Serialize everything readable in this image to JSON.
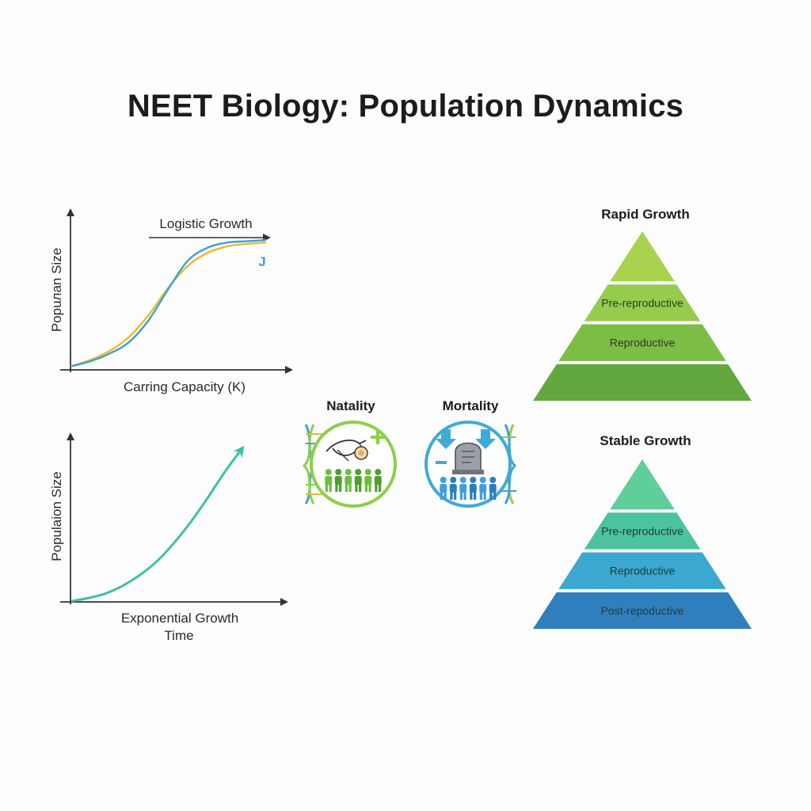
{
  "title": "NEET Biology: Population Dynamics",
  "logistic_chart": {
    "curve_label": "Logistic Growth",
    "ylabel": "Popuлan Size",
    "xlabel": "Carring Capacity (K)",
    "marker": "J"
  },
  "exponential_chart": {
    "ylabel": "Populaion Size",
    "xlabel_line1": "Exponential Growth",
    "xlabel_line2": "Time"
  },
  "natality": {
    "label": "Natality",
    "icon": "stork-with-baby-icon"
  },
  "mortality": {
    "label": "Mortality",
    "icon": "tombstone-icon"
  },
  "rapid_pyramid": {
    "title": "Rapid Growth",
    "tiers": [
      "",
      "Pre-reproductive",
      "Reproductive",
      ""
    ],
    "colors": [
      "#a9d34f",
      "#96cc4c",
      "#7cbd46",
      "#62a83e"
    ]
  },
  "stable_pyramid": {
    "title": "Stable Growth",
    "tiers": [
      "",
      "Pre-reproductive",
      "Reproductive",
      "Post-repoductive"
    ],
    "colors": [
      "#5fce9a",
      "#4cc3a0",
      "#3aa8cf",
      "#2f7fbd"
    ]
  },
  "chart_data": [
    {
      "type": "line",
      "title": "Logistic Growth",
      "xlabel": "Carring Capacity (K)",
      "ylabel": "Popuлan Size",
      "series": [
        {
          "color": "#f0b82c",
          "x": [
            0,
            0.1,
            0.2,
            0.3,
            0.4,
            0.5,
            0.6,
            0.7,
            0.8,
            0.9,
            1.0
          ],
          "y": [
            0.02,
            0.07,
            0.14,
            0.25,
            0.42,
            0.63,
            0.8,
            0.9,
            0.95,
            0.97,
            0.98
          ]
        },
        {
          "color": "#3e9fdc",
          "x": [
            0,
            0.1,
            0.2,
            0.3,
            0.4,
            0.5,
            0.6,
            0.7,
            0.8,
            0.9,
            1.0
          ],
          "y": [
            0.02,
            0.06,
            0.12,
            0.21,
            0.38,
            0.62,
            0.84,
            0.94,
            0.98,
            0.99,
            1.0
          ]
        }
      ]
    },
    {
      "type": "line",
      "title": "Exponential Growth",
      "xlabel": "Time",
      "ylabel": "Populaion Size",
      "series": [
        {
          "color": "#3ec0a6",
          "x": [
            0,
            0.1,
            0.2,
            0.3,
            0.4,
            0.5,
            0.6,
            0.7,
            0.8,
            0.9,
            1.0
          ],
          "y": [
            0.0,
            0.02,
            0.05,
            0.1,
            0.17,
            0.26,
            0.38,
            0.52,
            0.68,
            0.85,
            1.0
          ]
        }
      ]
    }
  ]
}
